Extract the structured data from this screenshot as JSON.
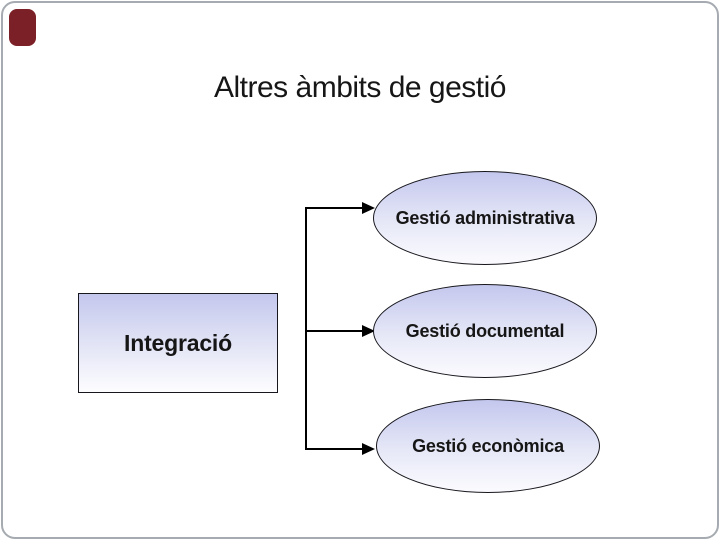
{
  "slide": {
    "title": "Altres àmbits de gestió"
  },
  "diagram": {
    "source": {
      "label": "Integració"
    },
    "targets": [
      {
        "label": "Gestió administrativa"
      },
      {
        "label": "Gestió documental"
      },
      {
        "label": "Gestió econòmica"
      }
    ]
  },
  "colors": {
    "shape_fill_top": "#c4c7ed",
    "shape_fill_bottom": "#ffffff",
    "shape_border": "#17171d",
    "connector": "#000000",
    "text": "#161616",
    "corner_accent": "#7a2026",
    "frame_border": "#a6abb1"
  }
}
